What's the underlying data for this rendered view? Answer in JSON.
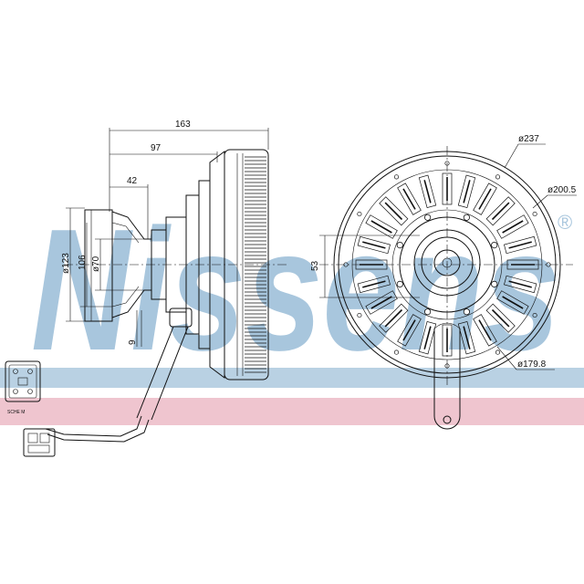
{
  "watermark": {
    "text": "Nissens",
    "registered": "®"
  },
  "colors": {
    "watermark_blue": "#a8c6dd",
    "band_pink": "#efc5cf",
    "line": "#111111"
  },
  "side_view": {
    "dimensions": [
      "163",
      "97",
      "42",
      "ø123",
      "106",
      "ø70",
      "9"
    ]
  },
  "front_view": {
    "dimensions": [
      "ø237",
      "ø200.5",
      "53",
      "ø179.8"
    ]
  },
  "connector": {
    "label": "SCHE M"
  }
}
